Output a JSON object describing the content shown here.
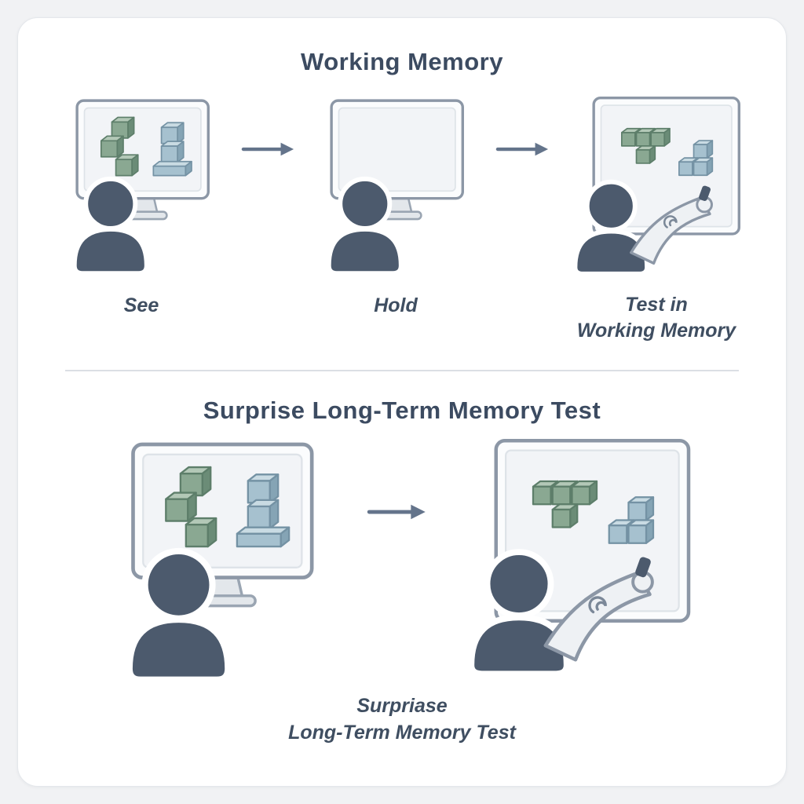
{
  "colors": {
    "page_bg": "#f1f2f4",
    "card_bg": "#ffffff",
    "title_text": "#3c4b61",
    "label_text": "#3f4e61",
    "person_fill": "#4c5a6d",
    "screen_border": "#8c97a6",
    "screen_fill": "#fbfcfd",
    "arrow": "#64748b",
    "green_front": "#8aa892",
    "green_top": "#b3c8b7",
    "green_side": "#6b8c77",
    "green_stroke": "#5d7e6a",
    "blue_front": "#a6c1cf",
    "blue_top": "#c9dbe3",
    "blue_side": "#85a4b5",
    "blue_stroke": "#7492a4"
  },
  "top": {
    "title": "Working Memory",
    "stages": [
      {
        "label": "See"
      },
      {
        "label": "Hold"
      },
      {
        "label_line1": "Test in",
        "label_line2": "Working Memory"
      }
    ]
  },
  "bottom": {
    "title": "Surprise Long-Term Memory Test",
    "caption_line1": "Surpriase",
    "caption_line2": "Long-Term Memory Test"
  },
  "icons": {
    "arrow": "arrow-right-icon",
    "monitor": "monitor-icon",
    "person": "person-silhouette-icon",
    "green_block": "green-3d-blocks-icon",
    "blue_block": "blue-3d-blocks-icon",
    "arm": "pointing-arm-icon"
  }
}
